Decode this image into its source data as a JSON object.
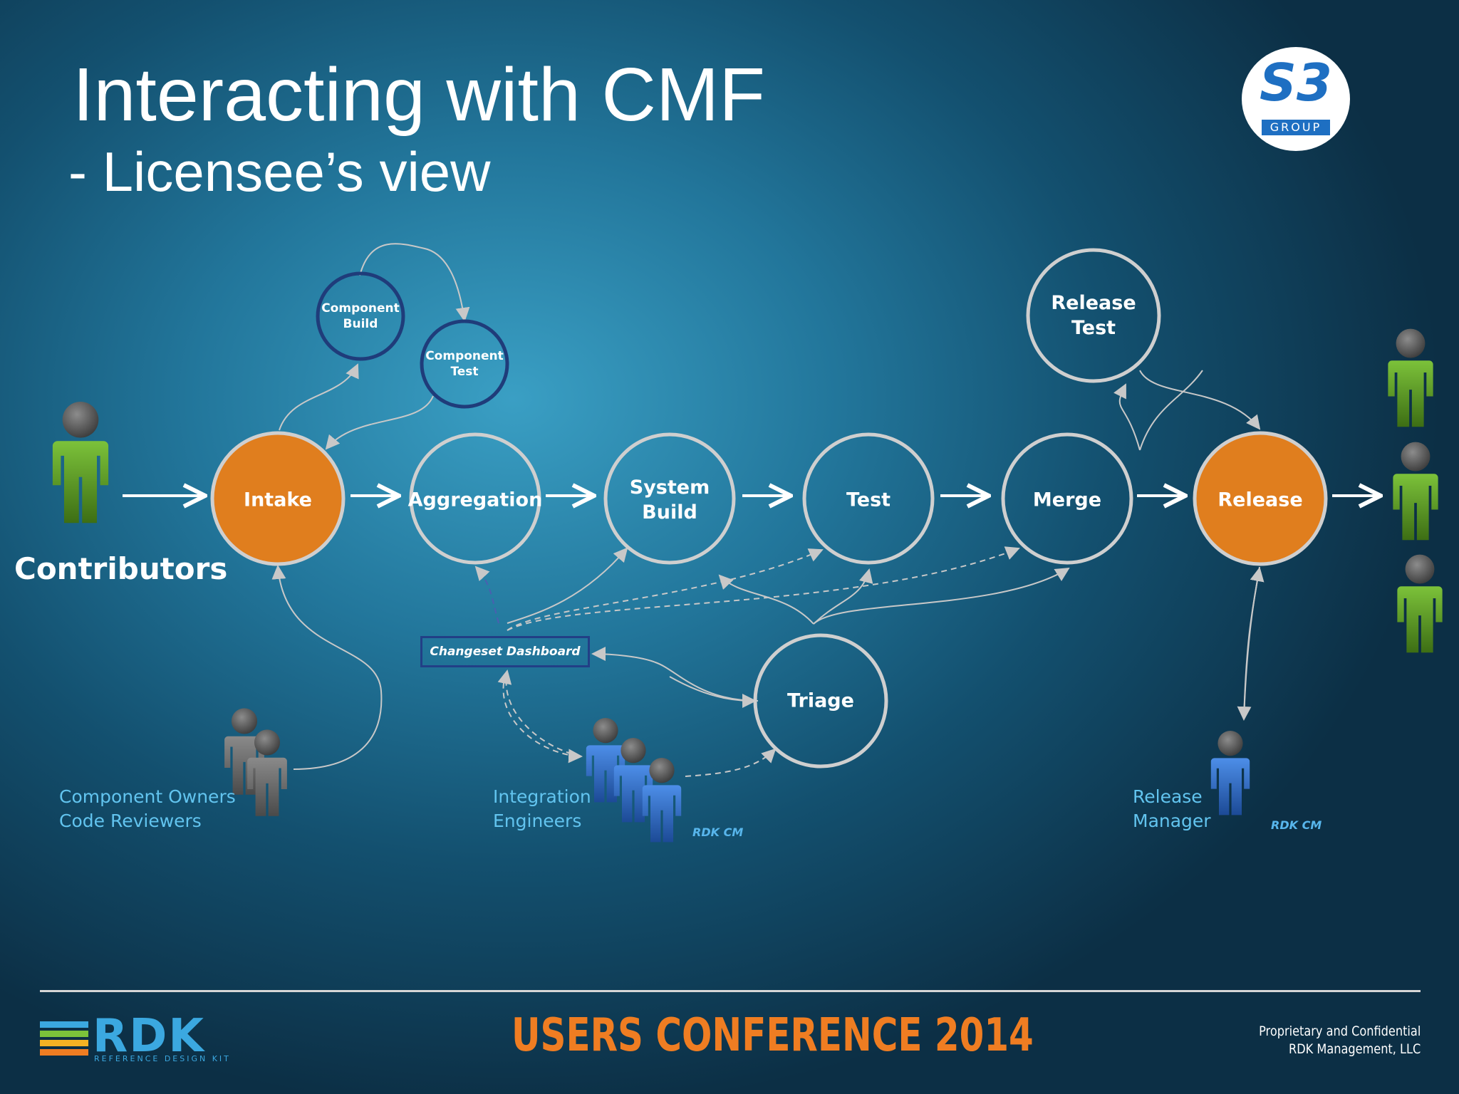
{
  "header": {
    "title": "Interacting with CMF",
    "subtitle": "- Licensee’s view",
    "logo_text": "S3",
    "logo_sub": "GROUP"
  },
  "nodes": {
    "component_build": "Component\nBuild",
    "component_test": "Component\nTest",
    "intake": "Intake",
    "aggregation": "Aggregation",
    "system_build": "System\nBuild",
    "test": "Test",
    "merge": "Merge",
    "release": "Release",
    "release_test": "Release\nTest",
    "triage": "Triage",
    "changeset_dashboard": "Changeset Dashboard"
  },
  "roles": {
    "contributors": "Contributors",
    "component_owners": "Component Owners\nCode Reviewers",
    "integration_engineers": "Integration\nEngineers",
    "release_manager": "Release\nManager",
    "rdk_cm_1": "RDK CM",
    "rdk_cm_2": "RDK CM"
  },
  "footer": {
    "rdk": "RDK",
    "rdk_sub": "REFERENCE DESIGN KIT",
    "conference": "USERS CONFERENCE 2014",
    "proprietary": "Proprietary and Confidential\nRDK Management, LLC"
  },
  "colors": {
    "orange": "#e07e1e",
    "circle_stroke": "#c8c8c8",
    "dark_circle": "#1f3c7a",
    "person_green": "#5e9a25",
    "person_blue": "#2f6cc4",
    "person_gray": "#6f6f6f",
    "role_text": "#62c4ef",
    "conference": "#ef7d22"
  }
}
